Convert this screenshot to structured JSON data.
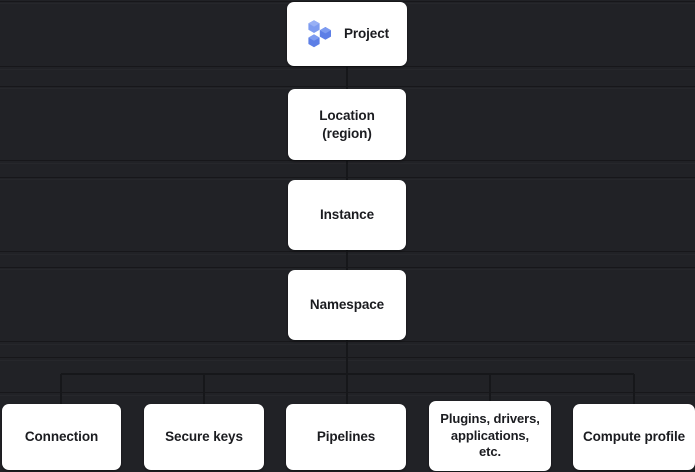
{
  "diagram": {
    "background_color": "#212226",
    "node_fill_color": "#ffffff",
    "node_text_color": "#1b1c20",
    "connector_color": "#16171a",
    "accent_color": "#6b8aee",
    "spine_nodes": [
      {
        "id": "project",
        "label": "Project",
        "icon": "hexagon-cluster-icon"
      },
      {
        "id": "location",
        "label": "Location\n(region)",
        "icon": ""
      },
      {
        "id": "instance",
        "label": "Instance",
        "icon": ""
      },
      {
        "id": "namespace",
        "label": "Namespace",
        "icon": ""
      }
    ],
    "child_nodes": [
      {
        "id": "connection",
        "label": "Connection"
      },
      {
        "id": "secure-keys",
        "label": "Secure keys"
      },
      {
        "id": "pipelines",
        "label": "Pipelines"
      },
      {
        "id": "plugins",
        "label": "Plugins, drivers,\napplications, etc."
      },
      {
        "id": "compute",
        "label": "Compute profile"
      }
    ]
  }
}
